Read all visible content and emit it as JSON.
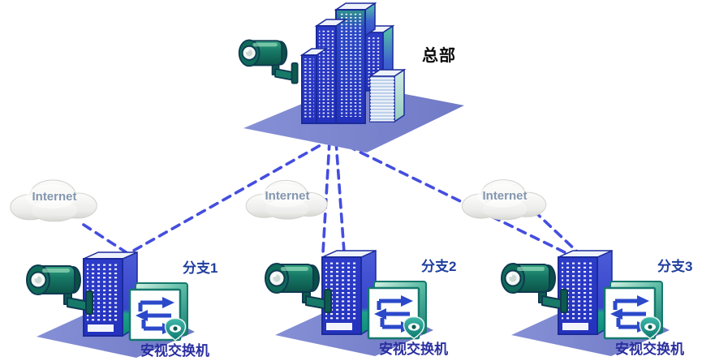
{
  "diagram": {
    "hq": {
      "label": "总部"
    },
    "clouds": [
      {
        "label": "Internet"
      },
      {
        "label": "Internet"
      },
      {
        "label": "Internet"
      }
    ],
    "branches": [
      {
        "name": "分支1",
        "device": "安视交换机"
      },
      {
        "name": "分支2",
        "device": "安视交换机"
      },
      {
        "name": "分支3",
        "device": "安视交换机"
      }
    ],
    "colors": {
      "link_dash": "#444ede",
      "platform": "#7d86cf",
      "building_front": "#2a38c4",
      "building_outline": "#1b2a9b",
      "camera_teal": "#0f6a5a",
      "switch_border": "#15786d",
      "switch_arrow": "#2b49c9",
      "branch_label": "#1f3e9e",
      "device_label": "#2a2fa0",
      "hq_label": "#0a0a0a",
      "internet_label": "#8396ae"
    }
  }
}
